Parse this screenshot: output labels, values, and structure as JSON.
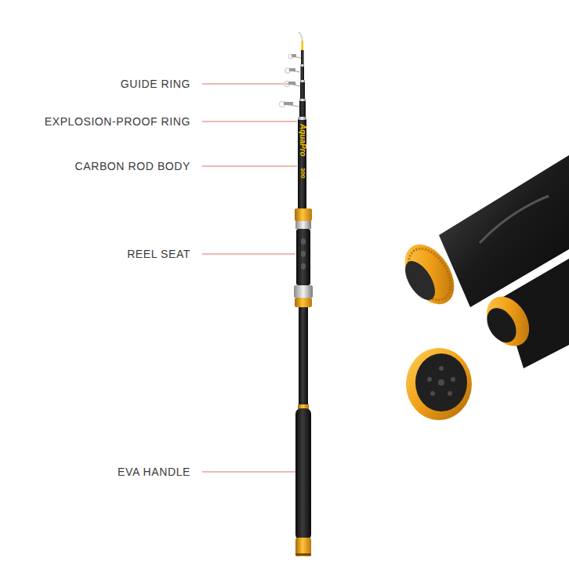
{
  "diagram": {
    "labels": [
      "GUIDE RING",
      "EXPLOSION-PROOF RING",
      "CARBON ROD BODY",
      "REEL SEAT",
      "EVA HANDLE",
      "AquaPro",
      "300"
    ]
  }
}
